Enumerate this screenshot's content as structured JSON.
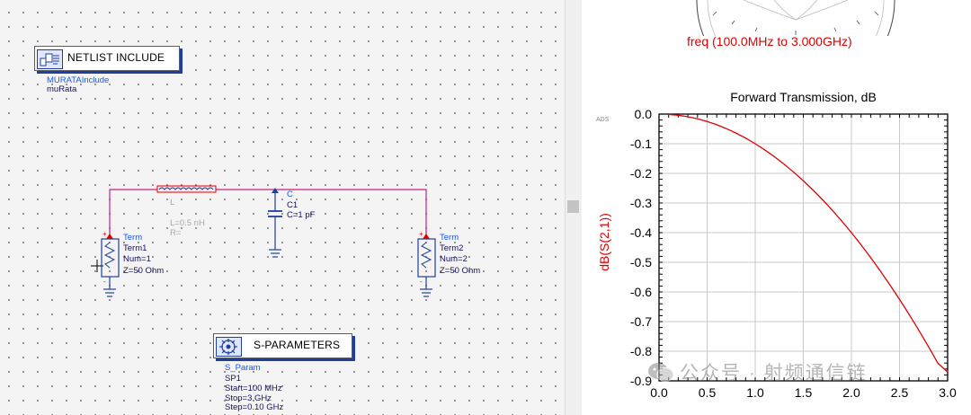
{
  "schematic": {
    "netlist_include": {
      "title": "NETLIST INCLUDE",
      "type_label": "MURATAInclude",
      "instance_name": "muRata"
    },
    "inductor": {
      "name_label": "L",
      "params": [
        "L=0.5 nH",
        "R="
      ]
    },
    "capacitor": {
      "type_label": "C",
      "instance_name": "C1",
      "value": "C=1 pF"
    },
    "term1": {
      "type_label": "Term",
      "instance_name": "Term1",
      "num": "Num=1",
      "impedance": "Z=50 Ohm"
    },
    "term2": {
      "type_label": "Term",
      "instance_name": "Term2",
      "num": "Num=2",
      "impedance": "Z=50 Ohm"
    },
    "s_parameters": {
      "title": "S-PARAMETERS",
      "type_label": "S_Param",
      "instance_name": "SP1",
      "params": [
        "Start=100 MHz",
        "Stop=3 GHz",
        "Step=0.10 GHz"
      ]
    }
  },
  "smith_chart": {
    "freq_label": "freq (100.0MHz to 3.000GHz)",
    "label_color": "#e00000"
  },
  "chart_data": {
    "type": "line",
    "title": "Forward Transmission, dB",
    "ylabel": "dB(S(2,1))",
    "xlabel": "",
    "xlim": [
      0.0,
      3.0
    ],
    "ylim": [
      -0.9,
      0.0
    ],
    "x_ticks": [
      "0.0",
      "0.5",
      "1.0",
      "1.5",
      "2.0",
      "2.5",
      "3.0"
    ],
    "y_ticks": [
      "0.0",
      "-0.1",
      "-0.2",
      "-0.3",
      "-0.4",
      "-0.5",
      "-0.6",
      "-0.7",
      "-0.8",
      "-0.9"
    ],
    "grid": true,
    "corner_label": "ADS",
    "series": [
      {
        "color": "#e00000",
        "x": [
          0.1,
          0.2,
          0.3,
          0.4,
          0.5,
          0.6,
          0.7,
          0.8,
          0.9,
          1.0,
          1.1,
          1.2,
          1.3,
          1.4,
          1.5,
          1.6,
          1.7,
          1.8,
          1.9,
          2.0,
          2.1,
          2.2,
          2.3,
          2.4,
          2.5,
          2.6,
          2.7,
          2.8,
          2.9,
          3.0
        ],
        "values": [
          -0.001,
          -0.004,
          -0.009,
          -0.016,
          -0.025,
          -0.036,
          -0.049,
          -0.064,
          -0.081,
          -0.1,
          -0.121,
          -0.144,
          -0.169,
          -0.196,
          -0.225,
          -0.256,
          -0.289,
          -0.324,
          -0.361,
          -0.4,
          -0.441,
          -0.484,
          -0.529,
          -0.576,
          -0.625,
          -0.676,
          -0.729,
          -0.784,
          -0.841,
          -0.87
        ]
      }
    ]
  },
  "watermark": {
    "text": "公众号 · 射频通信链"
  }
}
